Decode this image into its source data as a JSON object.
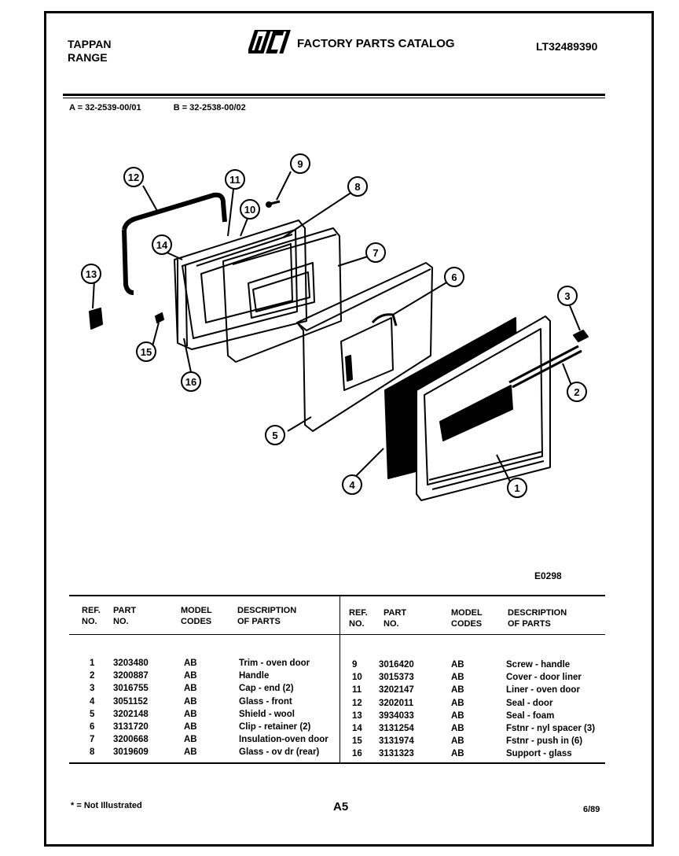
{
  "header": {
    "brand_line1": "TAPPAN",
    "brand_line2": "RANGE",
    "logo_text": "WCI",
    "catalog_title": "FACTORY PARTS CATALOG",
    "catalog_number": "LT32489390"
  },
  "models": {
    "a": "A = 32-2539-00/01",
    "b": "B = 32-2538-00/02"
  },
  "diagram": {
    "code": "E0298",
    "callouts": [
      "1",
      "2",
      "3",
      "4",
      "5",
      "6",
      "7",
      "8",
      "9",
      "10",
      "11",
      "12",
      "13",
      "14",
      "15",
      "16"
    ]
  },
  "table": {
    "headers": {
      "ref": "REF.\nNO.",
      "part": "PART\nNO.",
      "model": "MODEL\nCODES",
      "desc": "DESCRIPTION\nOF PARTS"
    },
    "left_rows": [
      {
        "ref": "1",
        "part": "3203480",
        "codes": "AB",
        "desc": "Trim - oven door"
      },
      {
        "ref": "2",
        "part": "3200887",
        "codes": "AB",
        "desc": "Handle"
      },
      {
        "ref": "3",
        "part": "3016755",
        "codes": "AB",
        "desc": "Cap - end (2)"
      },
      {
        "ref": "4",
        "part": "3051152",
        "codes": "AB",
        "desc": "Glass - front"
      },
      {
        "ref": "5",
        "part": "3202148",
        "codes": "AB",
        "desc": "Shield - wool"
      },
      {
        "ref": "6",
        "part": "3131720",
        "codes": "AB",
        "desc": "Clip - retainer (2)"
      },
      {
        "ref": "7",
        "part": "3200668",
        "codes": "AB",
        "desc": "Insulation-oven door"
      },
      {
        "ref": "8",
        "part": "3019609",
        "codes": "AB",
        "desc": "Glass - ov dr (rear)"
      }
    ],
    "right_rows": [
      {
        "ref": "9",
        "part": "3016420",
        "codes": "AB",
        "desc": "Screw - handle"
      },
      {
        "ref": "10",
        "part": "3015373",
        "codes": "AB",
        "desc": "Cover - door liner"
      },
      {
        "ref": "11",
        "part": "3202147",
        "codes": "AB",
        "desc": "Liner - oven door"
      },
      {
        "ref": "12",
        "part": "3202011",
        "codes": "AB",
        "desc": "Seal - door"
      },
      {
        "ref": "13",
        "part": "3934033",
        "codes": "AB",
        "desc": "Seal - foam"
      },
      {
        "ref": "14",
        "part": "3131254",
        "codes": "AB",
        "desc": "Fstnr - nyl spacer (3)"
      },
      {
        "ref": "15",
        "part": "3131974",
        "codes": "AB",
        "desc": "Fstnr - push in (6)"
      },
      {
        "ref": "16",
        "part": "3131323",
        "codes": "AB",
        "desc": "Support - glass"
      }
    ]
  },
  "footer": {
    "note": "* = Not Illustrated",
    "page": "A5",
    "date": "6/89"
  }
}
